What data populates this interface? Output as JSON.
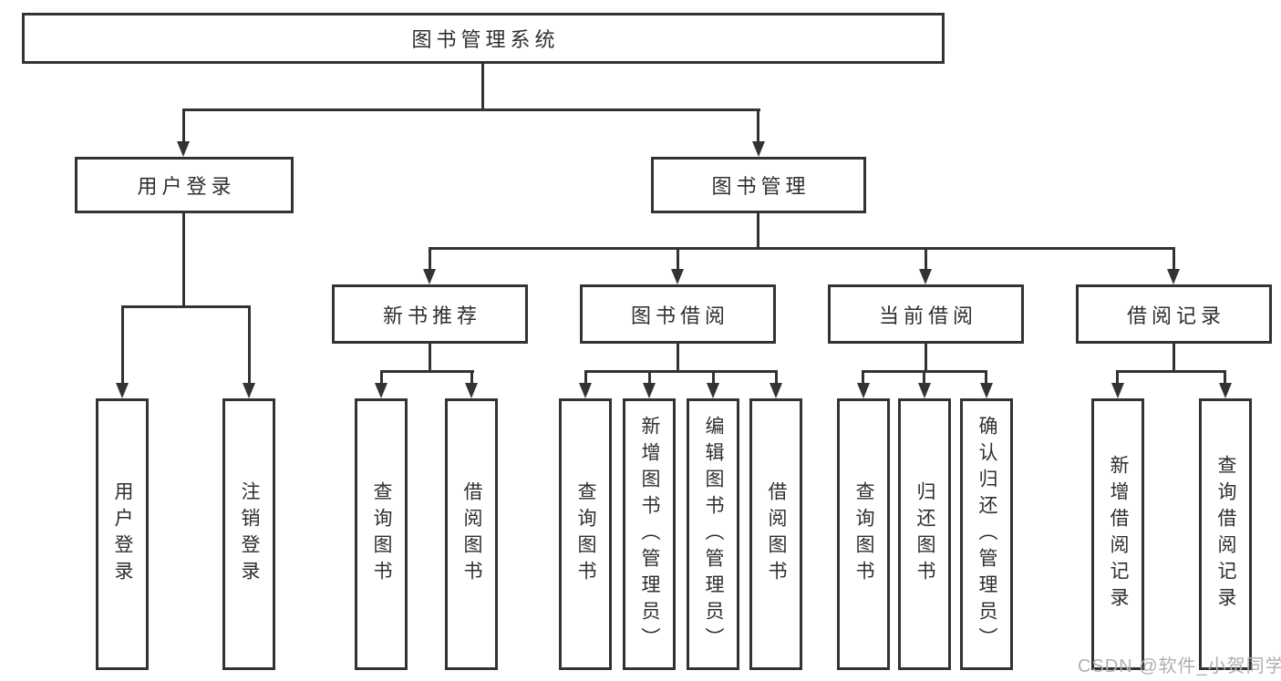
{
  "diagram": {
    "root": {
      "label": "图书管理系统"
    },
    "level2": [
      {
        "label": "用户登录",
        "leaves": [
          "用户登录",
          "注销登录"
        ]
      },
      {
        "label": "图书管理",
        "modules": [
          {
            "label": "新书推荐",
            "leaves": [
              "查询图书",
              "借阅图书"
            ]
          },
          {
            "label": "图书借阅",
            "leaves": [
              "查询图书",
              "新增图书（管理员）",
              "编辑图书（管理员）",
              "借阅图书"
            ]
          },
          {
            "label": "当前借阅",
            "leaves": [
              "查询图书",
              "归还图书",
              "确认归还（管理员）"
            ]
          },
          {
            "label": "借阅记录",
            "leaves": [
              "新增借阅记录",
              "查询借阅记录"
            ]
          }
        ]
      }
    ]
  },
  "watermark": {
    "text": "CSDN @软件_小贺同学",
    "color": "#b0b0b0"
  },
  "colors": {
    "line": "#333333",
    "text": "#2f2f2f",
    "background": "#ffffff"
  }
}
